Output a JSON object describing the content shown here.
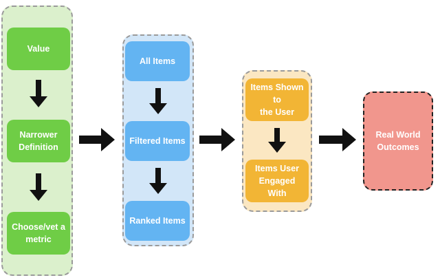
{
  "diagram": {
    "column_value": {
      "nodes": [
        {
          "label": "Value"
        },
        {
          "label": "Narrower\nDefinition"
        },
        {
          "label": "Choose/vet a\nmetric"
        }
      ]
    },
    "column_items": {
      "nodes": [
        {
          "label": "All Items"
        },
        {
          "label": "Filtered Items"
        },
        {
          "label": "Ranked Items"
        }
      ]
    },
    "column_user": {
      "nodes": [
        {
          "label": "Items Shown to\nthe User"
        },
        {
          "label": "Items User\nEngaged With"
        }
      ]
    },
    "outcome": {
      "label": "Real World\nOutcomes"
    },
    "colors": {
      "green_panel": "#dbf0cc",
      "green_node": "#6fcd46",
      "blue_panel": "#d2e6f8",
      "blue_node": "#63b4f2",
      "orange_panel": "#fbe7c2",
      "orange_node": "#f2b535",
      "red_node": "#f1968d",
      "red_border": "#222222",
      "arrow": "#111111"
    }
  }
}
